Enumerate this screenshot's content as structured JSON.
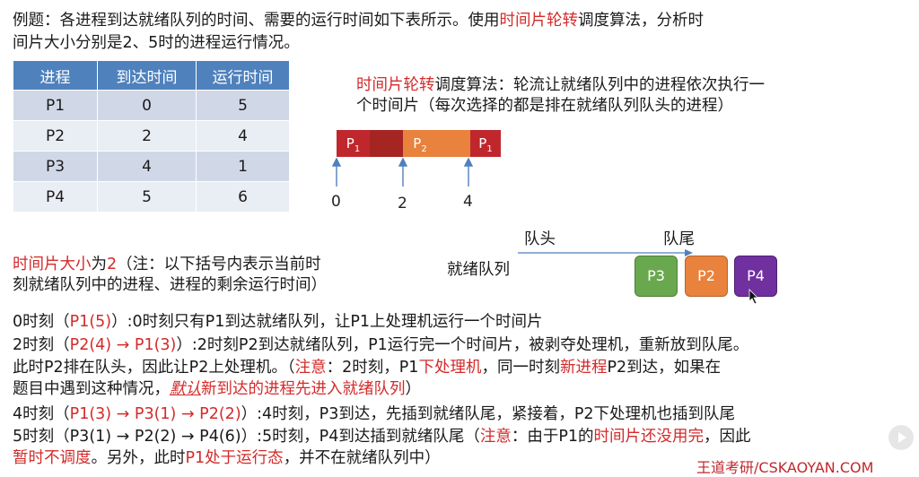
{
  "problem": {
    "line1_a": "例题：各进程到达就绪队列的时间、需要的运行时间如下表所示。使用",
    "line1_red": "时间片轮转",
    "line1_b": "调度算法，分析时",
    "line2": "间片大小分别是2、5时的进程运行情况。"
  },
  "table": {
    "headers": [
      "进程",
      "到达时间",
      "运行时间"
    ],
    "rows": [
      [
        "P1",
        "0",
        "5"
      ],
      [
        "P2",
        "2",
        "4"
      ],
      [
        "P3",
        "4",
        "1"
      ],
      [
        "P4",
        "5",
        "6"
      ]
    ]
  },
  "rr_desc": {
    "red": "时间片轮转",
    "rest1": "调度算法：轮流让就绪队列中的进程依次执行一",
    "line2": "个时间片（每次选择的都是排在就绪队列队头的进程）"
  },
  "gantt": {
    "blocks": [
      {
        "label": "P",
        "sub": "1",
        "color": "#c0272d"
      },
      {
        "label": "",
        "sub": "",
        "color": "#a52523"
      },
      {
        "label": "P",
        "sub": "2",
        "color": "#e8823c"
      },
      {
        "label": "",
        "sub": "",
        "color": "#e8823c"
      },
      {
        "label": "P",
        "sub": "1",
        "color": "#c0272d"
      }
    ],
    "ticks": [
      "0",
      "2",
      "4"
    ]
  },
  "queue": {
    "head_label": "队头",
    "tail_label": "队尾",
    "name": "就绪队列",
    "items": [
      {
        "label": "P3",
        "color": "#6aa84f"
      },
      {
        "label": "P2",
        "color": "#e8823c"
      },
      {
        "label": "P4",
        "color": "#7030a0"
      }
    ]
  },
  "slice_note": {
    "red": "时间片大小",
    "mid": "为",
    "red2": "2",
    "rest": "（注：以下括号内表示当前时",
    "line2": "刻就绪队列中的进程、进程的剩余运行时间）"
  },
  "steps": {
    "s0_a": "0时刻（",
    "s0_red": "P1(5)",
    "s0_b": "）:0时刻只有P1到达就绪队列，让P1上处理机运行一个时间片",
    "s2_a": "2时刻（",
    "s2_red": "P2(4) → P1(3)",
    "s2_b": "）:2时刻P2到达就绪队列，P1运行完一个时间片，被剥夺处理机，重新放到队尾。",
    "s2c_a": "此时P2排在队头，因此让P2上处理机。（",
    "s2c_red1": "注意",
    "s2c_b": "：2时刻，P1",
    "s2c_red2": "下处理机",
    "s2c_c": "，同一时刻",
    "s2c_red3": "新进程",
    "s2c_d": "P2到达，如果在",
    "s2d_a": "题目中遇到这种情况，",
    "s2d_red_ital": "默认",
    "s2d_red": "新到达的进程先进入就绪队列",
    "s2d_b": "）",
    "s4_a": "4时刻（",
    "s4_red": "P1(3) → P3(1) → P2(2)",
    "s4_b": "）:4时刻，P3到达，先插到就绪队尾，紧接着，P2下处理机也插到队尾",
    "s5_a": "5时刻（P3(1) → P2(2) → P4(6)）:5时刻，P4到达插到就绪队尾（",
    "s5_red1": "注意",
    "s5_b": "：由于P1的",
    "s5_red2": "时间片还没用完",
    "s5_c": "，因此",
    "s5d_red1": "暂时不调度",
    "s5d_a": "。另外，此时",
    "s5d_red2": "P1处于运行态",
    "s5d_b": "，并不在就绪队列中）"
  },
  "watermark": "王道考研/CSKAOYAN.COM"
}
